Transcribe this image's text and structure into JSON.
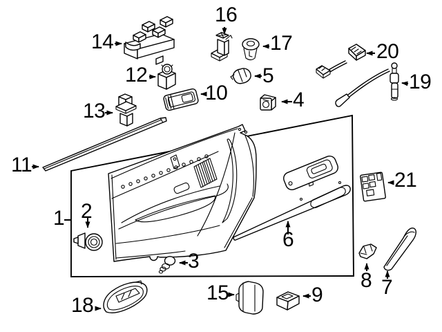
{
  "diagram": {
    "background_color": "#ffffff",
    "line_color": "#000000",
    "text_color": "#000000",
    "callouts": [
      {
        "num": "1"
      },
      {
        "num": "2"
      },
      {
        "num": "3"
      },
      {
        "num": "4"
      },
      {
        "num": "5"
      },
      {
        "num": "6"
      },
      {
        "num": "7"
      },
      {
        "num": "8"
      },
      {
        "num": "9"
      },
      {
        "num": "10"
      },
      {
        "num": "11"
      },
      {
        "num": "12"
      },
      {
        "num": "13"
      },
      {
        "num": "14"
      },
      {
        "num": "15"
      },
      {
        "num": "16"
      },
      {
        "num": "17"
      },
      {
        "num": "18"
      },
      {
        "num": "19"
      },
      {
        "num": "20"
      },
      {
        "num": "21"
      }
    ]
  }
}
